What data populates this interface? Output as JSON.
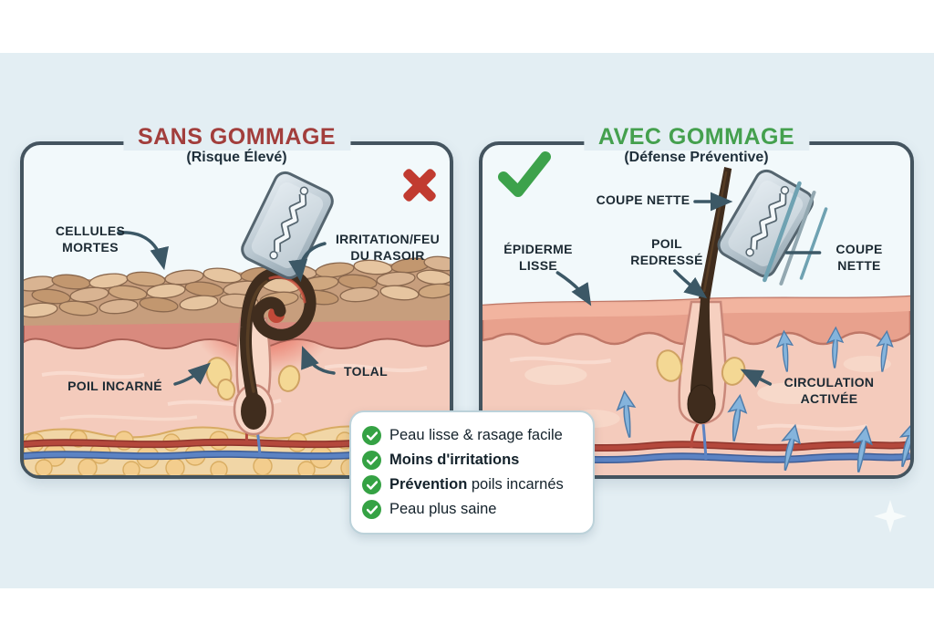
{
  "meta": {
    "description": "Infographie médicale comparant la peau rasée sans gommage et avec gommage",
    "background_color": "#e3eef3",
    "panel_border_color": "#44545f"
  },
  "left_panel": {
    "title": "SANS GOMMAGE",
    "title_color": "#a23e3c",
    "subtitle": "(Risque Élevé)",
    "status_icon": "red-x",
    "status_color": "#c13b30",
    "labels": {
      "cellules_mortes": "CELLULES\nMORTES",
      "irritation": "IRRITATION/FEU\nDU RASOIR",
      "poil_incarne": "POIL INCARNÉ",
      "tolal": "TOLAL"
    }
  },
  "right_panel": {
    "title": "AVEC GOMMAGE",
    "title_color": "#44a04e",
    "subtitle": "(Défense Préventive)",
    "status_icon": "green-check",
    "status_color": "#3da24b",
    "labels": {
      "coupe_nette_top": "COUPE NETTE",
      "poil_redresse": "POIL\nREDRESSÉ",
      "epiderme_lisse": "ÉPIDERME\nLISSE",
      "coupe_nette_side": "COUPE\nNETTE",
      "circulation_activee": "CIRCULATION\nACTIVÉE"
    }
  },
  "checklist": {
    "check_icon": "green-check-circle",
    "check_color": "#35a244",
    "items": [
      {
        "bold": "",
        "rest": "Peau lisse & rasage facile"
      },
      {
        "bold": "Moins d'irritations",
        "rest": ""
      },
      {
        "bold": "Prévention",
        "rest": " poils incarnés"
      },
      {
        "bold": "",
        "rest": "Peau plus saine"
      }
    ]
  },
  "decor": {
    "sparkle_icon": "sparkle",
    "razor_icon": "razor-blade"
  }
}
